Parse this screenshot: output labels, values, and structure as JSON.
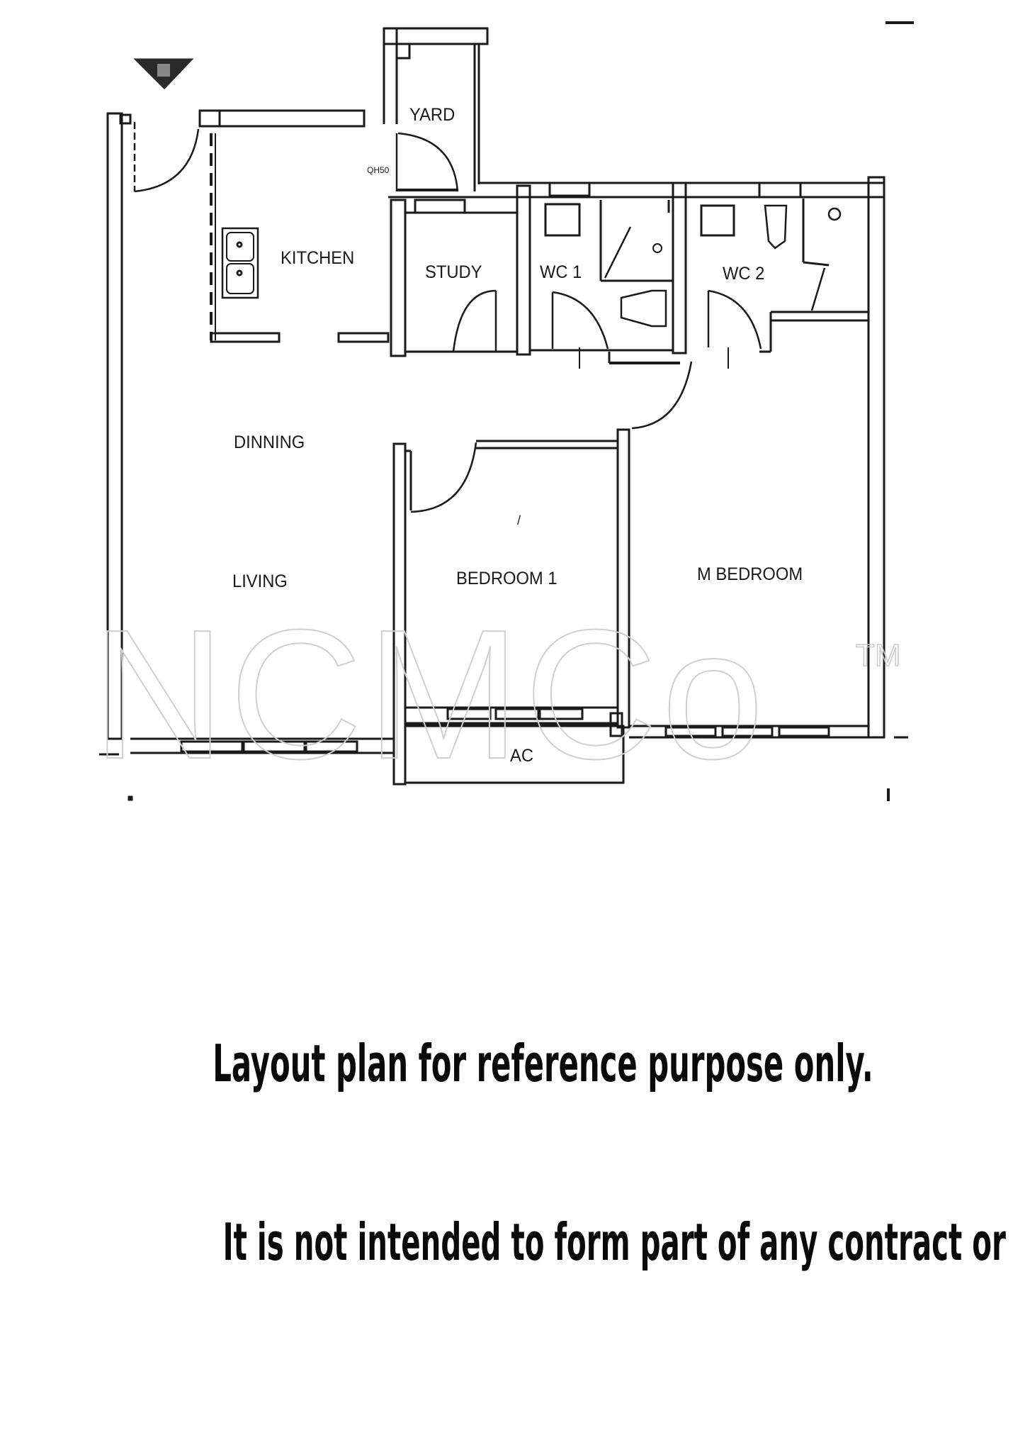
{
  "plan": {
    "rooms": [
      {
        "id": "yard",
        "label": "YARD"
      },
      {
        "id": "kitchen",
        "label": "KITCHEN"
      },
      {
        "id": "study",
        "label": "STUDY"
      },
      {
        "id": "wc1",
        "label": "WC 1"
      },
      {
        "id": "wc2",
        "label": "WC 2"
      },
      {
        "id": "dinning",
        "label": "DINNING"
      },
      {
        "id": "living",
        "label": "LIVING"
      },
      {
        "id": "bedroom1",
        "label": "BEDROOM 1"
      },
      {
        "id": "mbedroom",
        "label": "M BEDROOM"
      },
      {
        "id": "ac",
        "label": "AC"
      }
    ],
    "annotations": {
      "door_tag": "QH50",
      "entrance_marker": "entrance-triangle"
    },
    "watermark": {
      "text": "NCMCo",
      "trademark": "TM"
    },
    "colors": {
      "wall": "#1a1a1a",
      "background": "#ffffff",
      "watermark": "#cfcfcf"
    }
  },
  "disclaimer": {
    "line1": "Layout plan for reference purpose only.",
    "line2": "It is not intended to form part of any contract or warranty."
  }
}
